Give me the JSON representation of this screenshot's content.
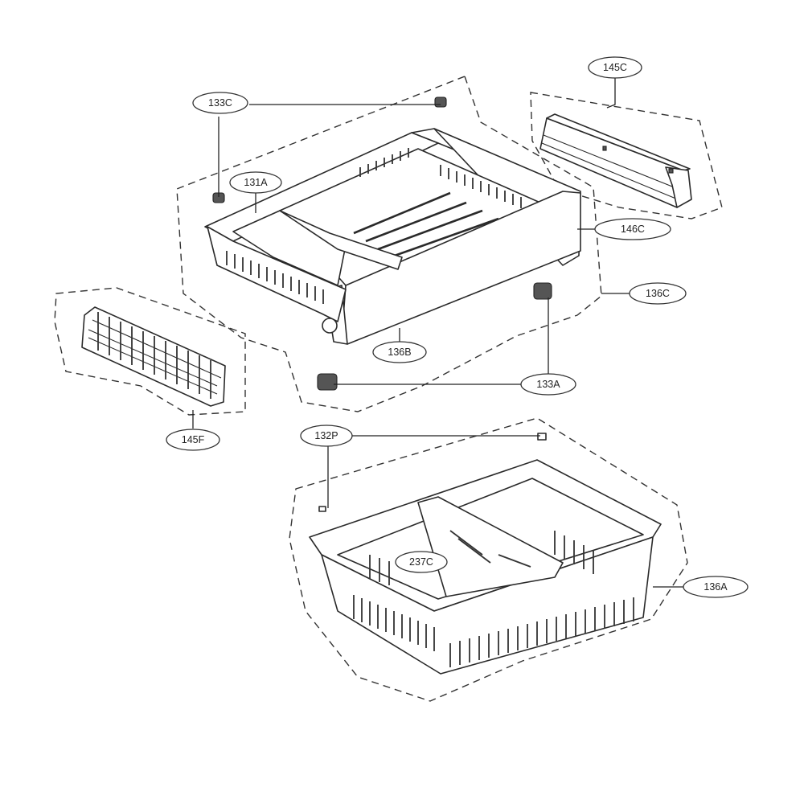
{
  "callouts": {
    "c133C": "133C",
    "c145C": "145C",
    "c131A": "131A",
    "c146C": "146C",
    "c136C": "136C",
    "c136B": "136B",
    "c133A": "133A",
    "c145F": "145F",
    "c132P": "132P",
    "c237C": "237C",
    "c136A": "136A"
  },
  "icons": [
    "drawer-icon",
    "bin-icon",
    "rail-icon",
    "grille-icon",
    "clip-icon"
  ]
}
